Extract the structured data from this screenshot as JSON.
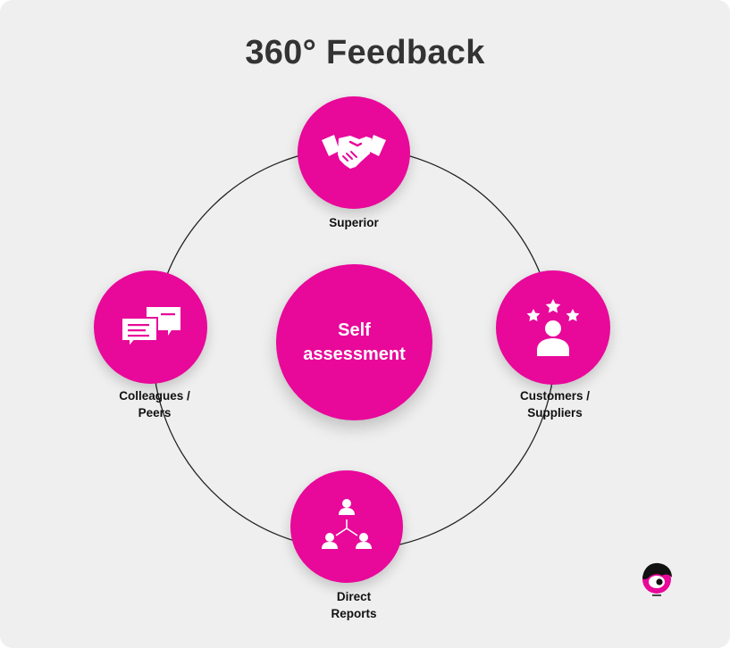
{
  "title": "360° Feedback",
  "colors": {
    "accent": "#e8089a",
    "background": "#efefef",
    "title": "#333333",
    "ring": "#222222"
  },
  "center": {
    "line1": "Self",
    "line2": "assessment"
  },
  "nodes": {
    "superior": {
      "label": "Superior",
      "icon": "handshake-icon"
    },
    "colleagues": {
      "line1": "Colleagues /",
      "line2": "Peers",
      "icon": "chat-bubbles-icon"
    },
    "customers": {
      "line1": "Customers /",
      "line2": "Suppliers",
      "icon": "customer-rating-icon"
    },
    "reports": {
      "line1": "Direct",
      "line2": "Reports",
      "icon": "org-chart-icon"
    }
  },
  "logo": {
    "icon": "brand-logo-icon"
  }
}
